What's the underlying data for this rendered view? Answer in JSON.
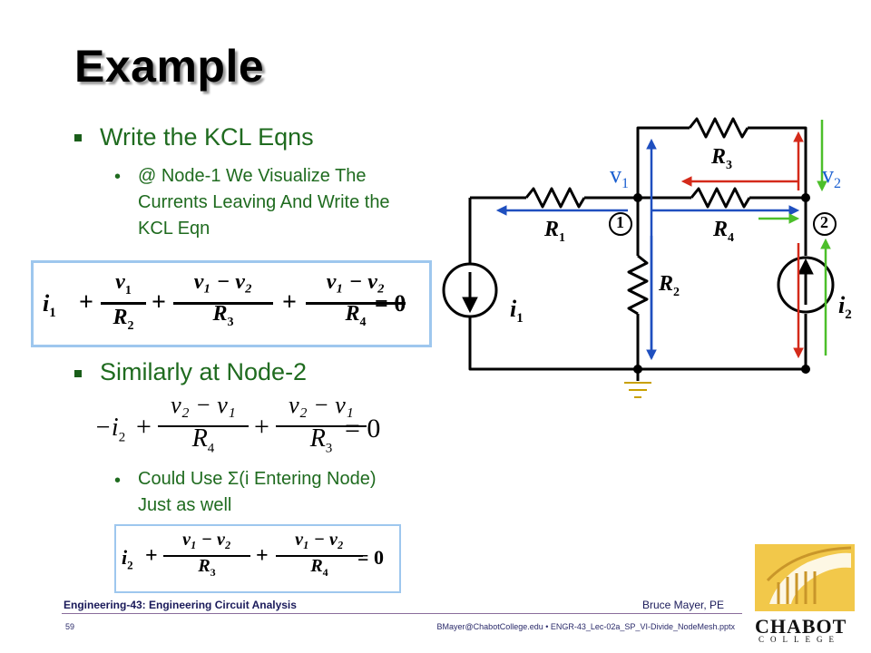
{
  "slide": {
    "title": "Example",
    "bullet1": "Write the KCL Eqns",
    "sub1": "@ Node-1 We Visualize The Currents Leaving And Write the KCL Eqn",
    "bullet2": "Similarly at Node-2",
    "sub2": "Could Use Σ(i Entering Node) Just as well"
  },
  "eq1": {
    "i1": "i",
    "i1_sub": "1",
    "t1_num": "v",
    "t1_num_sub": "1",
    "t1_den": "R",
    "t1_den_sub": "2",
    "t2_num": "v₁ − v₂",
    "t2_den": "R",
    "t2_den_sub": "3",
    "t3_num": "v₁ − v₂",
    "t3_den": "R",
    "t3_den_sub": "4",
    "rhs": "= 0"
  },
  "eq2": {
    "lead": "−i",
    "lead_sub": "2",
    "t1_num": "v₂ − v₁",
    "t1_den": "R",
    "t1_den_sub": "4",
    "t2_num": "v₂ − v₁",
    "t2_den": "R",
    "t2_den_sub": "3",
    "rhs": "= 0"
  },
  "eq3": {
    "lead": "i",
    "lead_sub": "2",
    "t1_num": "v₁ − v₂",
    "t1_den": "R",
    "t1_den_sub": "3",
    "t2_num": "v₁ − v₂",
    "t2_den": "R",
    "t2_den_sub": "4",
    "rhs": "= 0"
  },
  "circuit": {
    "v1": "v",
    "v1_sub": "1",
    "v2": "v",
    "v2_sub": "2",
    "R1": "R",
    "R1_sub": "1",
    "R2": "R",
    "R2_sub": "2",
    "R3": "R",
    "R3_sub": "3",
    "R4": "R",
    "R4_sub": "4",
    "i1": "i",
    "i1_sub": "1",
    "i2": "i",
    "i2_sub": "2",
    "node1": "1",
    "node2": "2",
    "colors": {
      "blue": "#1f4fbf",
      "red": "#d42a1a",
      "green": "#4cbf2a",
      "label_blue": "#1a5fd0"
    }
  },
  "footer": {
    "course": "Engineering-43: Engineering Circuit Analysis",
    "author": "Bruce Mayer, PE",
    "page": "59",
    "contact": "BMayer@ChabotCollege.edu  • ENGR-43_Lec-02a_SP_VI-Divide_NodeMesh.pptx"
  },
  "logo": {
    "name": "CHABOT",
    "sub": "COLLEGE"
  }
}
